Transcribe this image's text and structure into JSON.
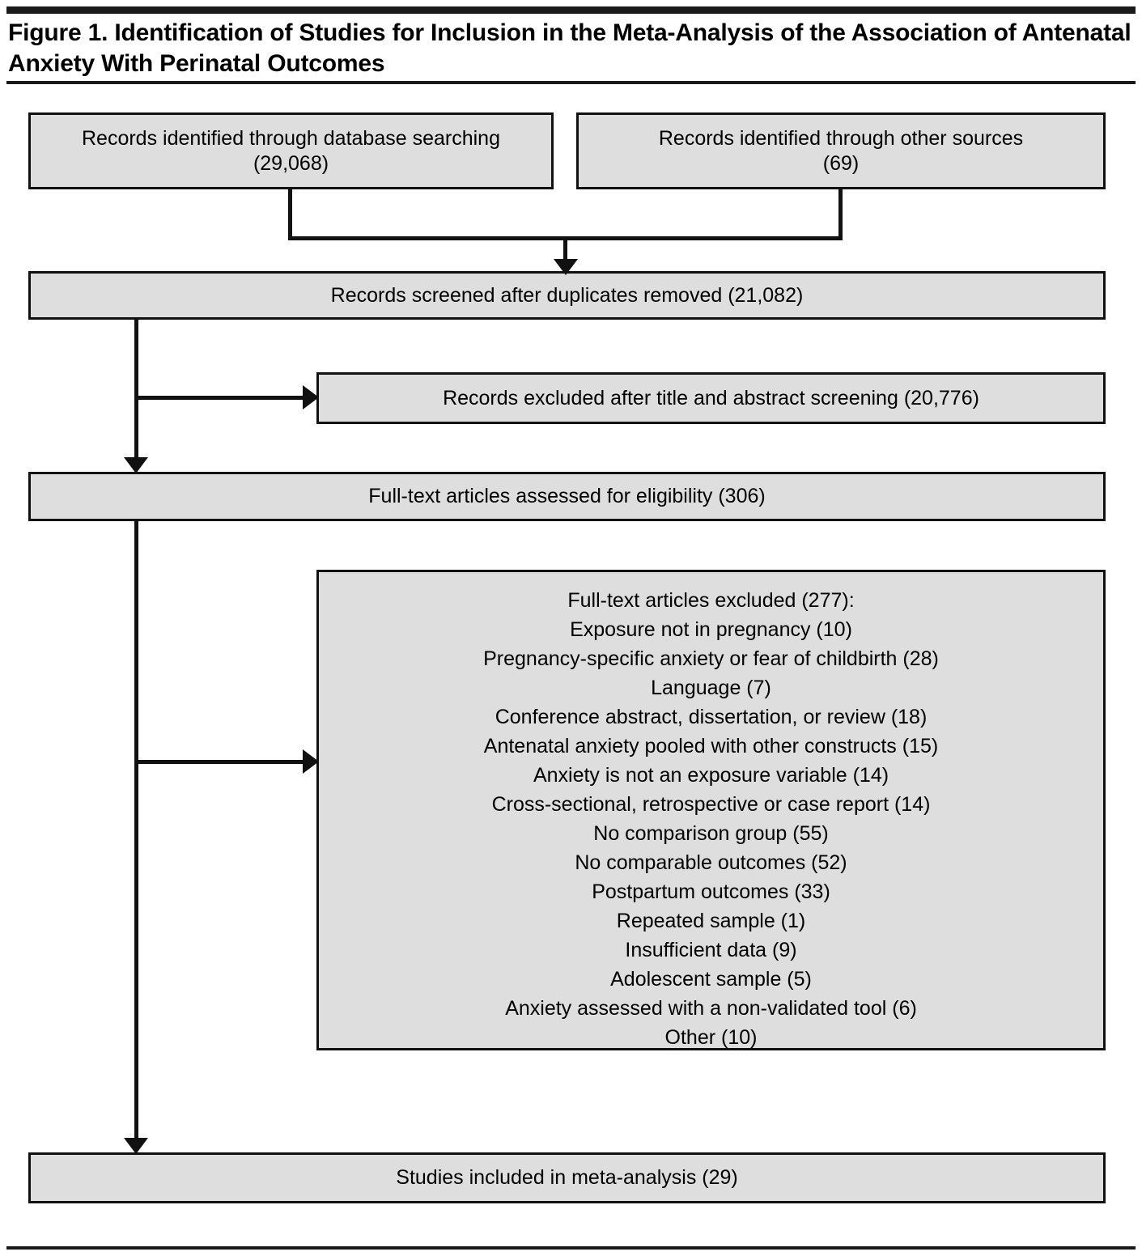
{
  "figure": {
    "title": "Figure 1. Identification of Studies for Inclusion in the Meta-Analysis of the Association of Antenatal Anxiety With Perinatal Outcomes"
  },
  "colors": {
    "box_fill": "#dedede",
    "box_border": "#111111",
    "rule": "#1a1a1a",
    "text": "#000000"
  },
  "chart_data": {
    "type": "diagram",
    "title": "Figure 1. Identification of Studies for Inclusion in the Meta-Analysis of the Association of Antenatal Anxiety With Perinatal Outcomes",
    "nodes": [
      {
        "id": "db_search",
        "label": "Records identified through database searching",
        "count_label": "(29,068)",
        "count": 29068
      },
      {
        "id": "other_sources",
        "label": "Records identified through other sources",
        "count_label": "(69)",
        "count": 69
      },
      {
        "id": "screened",
        "label": "Records screened after duplicates removed (21,082)",
        "count": 21082
      },
      {
        "id": "excluded_ta",
        "label": "Records excluded after title and abstract screening (20,776)",
        "count": 20776
      },
      {
        "id": "fulltext",
        "label": "Full-text articles assessed for eligibility (306)",
        "count": 306
      },
      {
        "id": "excluded_ft",
        "label": "Full-text articles excluded (277):",
        "count": 277
      },
      {
        "id": "included",
        "label": "Studies included in meta-analysis (29)",
        "count": 29
      }
    ],
    "exclusion_reasons": [
      {
        "reason": "Exposure not in pregnancy",
        "n": 10,
        "label": "Exposure not in pregnancy (10)"
      },
      {
        "reason": "Pregnancy-specific anxiety or fear of childbirth",
        "n": 28,
        "label": "Pregnancy-specific anxiety or fear of childbirth (28)"
      },
      {
        "reason": "Language",
        "n": 7,
        "label": "Language (7)"
      },
      {
        "reason": "Conference abstract, dissertation, or review",
        "n": 18,
        "label": "Conference abstract, dissertation, or review (18)"
      },
      {
        "reason": "Antenatal anxiety pooled with other constructs",
        "n": 15,
        "label": "Antenatal anxiety pooled with other constructs (15)"
      },
      {
        "reason": "Anxiety is not an exposure variable",
        "n": 14,
        "label": "Anxiety is not an exposure variable (14)"
      },
      {
        "reason": "Cross-sectional, retrospective or case report",
        "n": 14,
        "label": "Cross-sectional, retrospective or case report (14)"
      },
      {
        "reason": "No comparison group",
        "n": 55,
        "label": "No comparison group (55)"
      },
      {
        "reason": "No comparable outcomes",
        "n": 52,
        "label": "No comparable outcomes (52)"
      },
      {
        "reason": "Postpartum outcomes",
        "n": 33,
        "label": "Postpartum outcomes (33)"
      },
      {
        "reason": "Repeated sample",
        "n": 1,
        "label": "Repeated sample (1)"
      },
      {
        "reason": "Insufficient data",
        "n": 9,
        "label": "Insufficient data (9)"
      },
      {
        "reason": "Adolescent sample",
        "n": 5,
        "label": "Adolescent sample (5)"
      },
      {
        "reason": "Anxiety assessed with a non-validated tool",
        "n": 6,
        "label": "Anxiety assessed with a non-validated tool (6)"
      },
      {
        "reason": "Other",
        "n": 10,
        "label": "Other (10)"
      }
    ],
    "edges": [
      {
        "from": "db_search",
        "to": "screened"
      },
      {
        "from": "other_sources",
        "to": "screened"
      },
      {
        "from": "screened",
        "to": "excluded_ta"
      },
      {
        "from": "screened",
        "to": "fulltext"
      },
      {
        "from": "fulltext",
        "to": "excluded_ft"
      },
      {
        "from": "fulltext",
        "to": "included"
      }
    ]
  },
  "boxes": {
    "db_search_line1": "Records identified through database searching",
    "db_search_line2": "(29,068)",
    "other_sources_line1": "Records identified through other sources",
    "other_sources_line2": "(69)",
    "screened": "Records screened after duplicates removed (21,082)",
    "excluded_title_abstract": "Records excluded after title and abstract screening (20,776)",
    "fulltext_assessed": "Full-text articles assessed for eligibility (306)",
    "excluded_header": "Full-text articles excluded (277):",
    "included": "Studies included in meta-analysis (29)"
  }
}
